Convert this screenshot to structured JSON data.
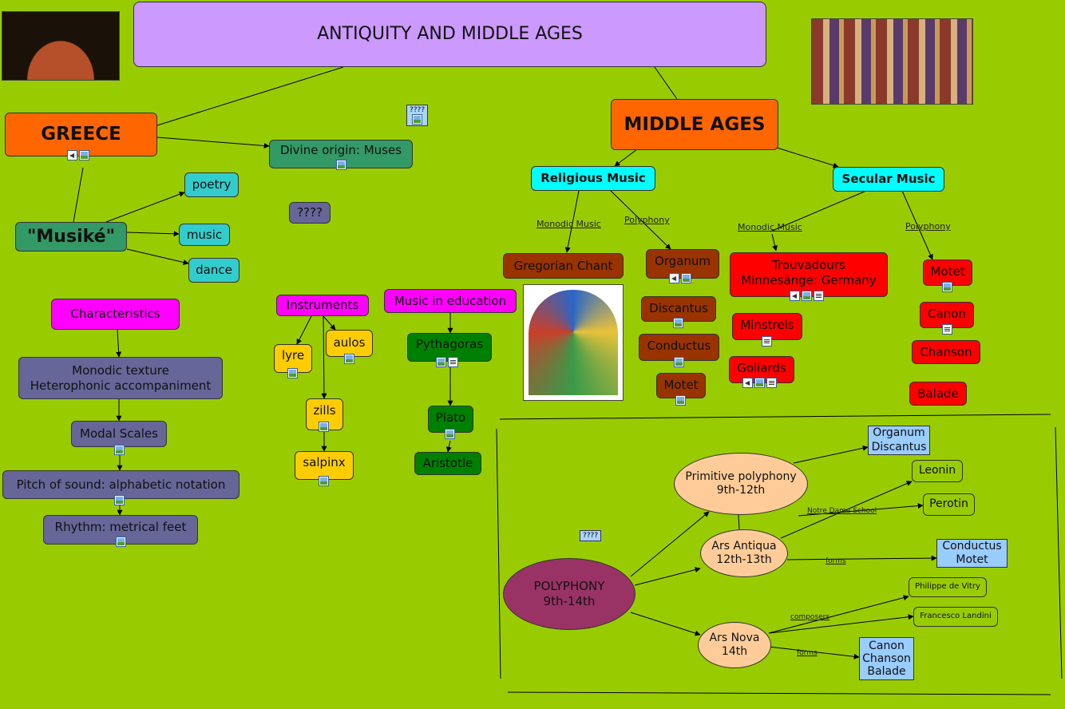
{
  "title": "ANTIQUITY AND MIDDLE AGES",
  "greece": {
    "label": "GREECE",
    "musike": "\"Musiké\"",
    "poetry": "poetry",
    "music": "music",
    "dance": "dance",
    "divine_origin": "Divine origin: Muses",
    "unknown": "????",
    "characteristics": "Characteristics",
    "texture": [
      "Monodic texture",
      "Heterophonic accompaniment"
    ],
    "modal_scales": "Modal Scales",
    "pitch": "Pitch of sound: alphabetic notation",
    "rhythm": "Rhythm: metrical feet",
    "instruments": "Instruments",
    "lyre": "lyre",
    "aulos": "aulos",
    "zills": "zills",
    "salpinx": "salpinx",
    "education": "Music in education",
    "pythagoras": "Pythagoras",
    "plato": "Plato",
    "aristotle": "Aristotle"
  },
  "middle_ages": {
    "label": "MIDDLE AGES",
    "religious": "Religious Music",
    "secular": "Secular Music",
    "monodic_music": "Monodic Music",
    "polyphony": "Polyphony",
    "gregorian": "Gregorian Chant",
    "organum": "Organum",
    "discantus": "Discantus",
    "conductus": "Conductus",
    "motet": "Motet",
    "trouvadours": [
      "Trouvadours",
      "Minnesänge: Germany"
    ],
    "minstrels": "Minstrels",
    "goliards": "Goliards",
    "sec_motet": "Motet",
    "canon": "Canon",
    "chanson": "Chanson",
    "balade": "Balade"
  },
  "polyphony_section": {
    "polyphony": [
      "POLYPHONY",
      "9th-14th"
    ],
    "primitive": [
      "Primitive polyphony",
      "9th-12th"
    ],
    "ars_antiqua": [
      "Ars Antiqua",
      "12th-13th"
    ],
    "ars_nova": [
      "Ars Nova",
      "14th"
    ],
    "organum_discantus": [
      "Organum",
      "Discantus"
    ],
    "leonin": "Leonin",
    "perotin": "Perotin",
    "notre_dame": "Notre Dame School",
    "forms": "forms",
    "composers": "composers",
    "conductus_motet": [
      "Conductus",
      "Motet"
    ],
    "vitry": "Philippe de Vitry",
    "landini": "Francesco Landini",
    "canon_chanson_balade": [
      "Canon",
      "Chanson",
      "Balade"
    ],
    "unknown": "????"
  },
  "colors": {
    "background": "#99cc00",
    "title": "#cc99ff",
    "orange": "#ff6600",
    "cyan": "#00ffff",
    "teal": "#33cccc",
    "dark_green": "#339966",
    "purple_grey": "#666699",
    "magenta": "#ff00ff",
    "yellow": "#ffcc00",
    "green": "#008000",
    "brown": "#993300",
    "red": "#ff0000",
    "peach": "#ffcc99",
    "maroon": "#993366",
    "light_blue": "#99ccff"
  }
}
